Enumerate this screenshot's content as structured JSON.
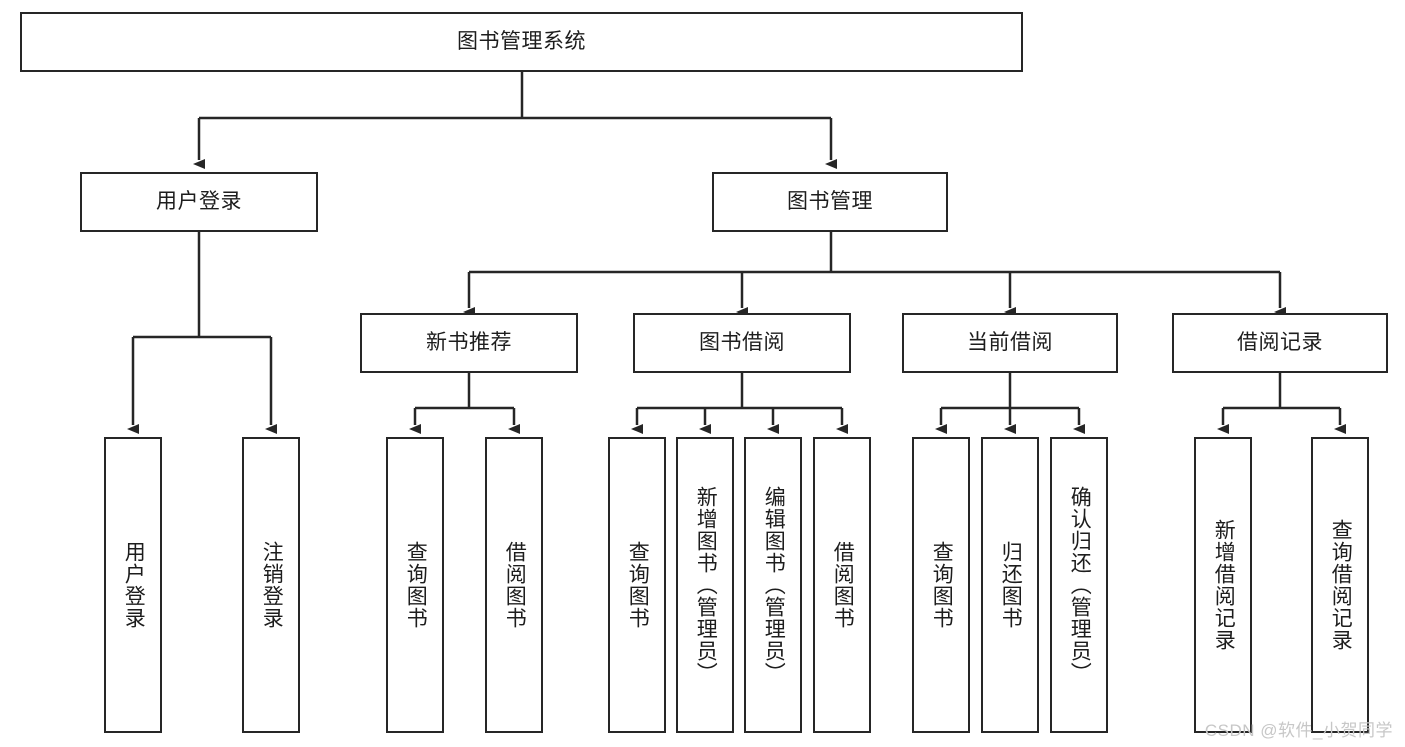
{
  "diagram": {
    "title": "图书管理系统",
    "watermark": "CSDN @软件_小贺同学",
    "colors": {
      "border": "#262626",
      "text": "#1d1d1d",
      "background": "#ffffff",
      "connector": "#262626",
      "watermark": "#c7c7c7"
    },
    "root": {
      "label": "图书管理系统"
    },
    "level2": [
      {
        "label": "用户登录"
      },
      {
        "label": "图书管理"
      }
    ],
    "level3": [
      {
        "label": "新书推荐"
      },
      {
        "label": "图书借阅"
      },
      {
        "label": "当前借阅"
      },
      {
        "label": "借阅记录"
      }
    ],
    "leaves": [
      {
        "label": "用户登录"
      },
      {
        "label": "注销登录"
      },
      {
        "label": "查询图书"
      },
      {
        "label": "借阅图书"
      },
      {
        "label": "查询图书"
      },
      {
        "label": "新增图书（管理员）"
      },
      {
        "label": "编辑图书（管理员）"
      },
      {
        "label": "借阅图书"
      },
      {
        "label": "查询图书"
      },
      {
        "label": "归还图书"
      },
      {
        "label": "确认归还（管理员）"
      },
      {
        "label": "新增借阅记录"
      },
      {
        "label": "查询借阅记录"
      }
    ]
  }
}
